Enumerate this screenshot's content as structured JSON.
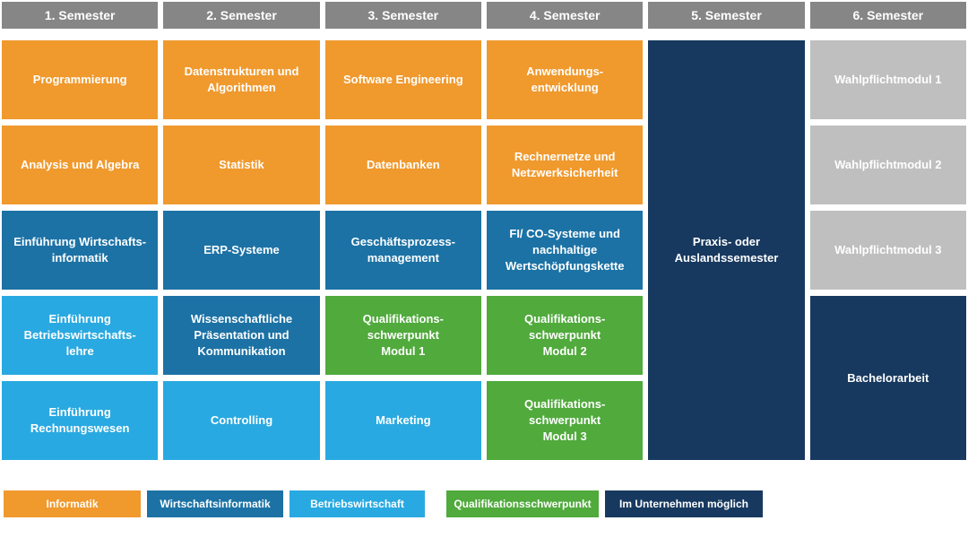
{
  "palette": {
    "informatik": "#F0992D",
    "wirtschaftsinformatik": "#1C72A5",
    "betriebswirtschaft": "#29A9E1",
    "qualifikationsschwerpunkt": "#50AA3C",
    "unternehmen": "#17395F",
    "header_gray": "#868686",
    "wahlpflicht_gray": "#BFBFBF"
  },
  "headers": [
    "1. Semester",
    "2. Semester",
    "3. Semester",
    "4. Semester",
    "5. Semester",
    "6. Semester"
  ],
  "columns": [
    {
      "semester": "1. Semester",
      "modules": [
        {
          "label": "Programmierung",
          "category": "Informatik"
        },
        {
          "label": "Analysis und Algebra",
          "category": "Informatik"
        },
        {
          "label": "Einführung Wirtschafts-\ninformatik",
          "category": "Wirtschaftsinformatik"
        },
        {
          "label": "Einführung\nBetriebswirtschafts-\nlehre",
          "category": "Betriebswirtschaft"
        },
        {
          "label": "Einführung\nRechnungswesen",
          "category": "Betriebswirtschaft"
        }
      ]
    },
    {
      "semester": "2. Semester",
      "modules": [
        {
          "label": "Datenstrukturen und\nAlgorithmen",
          "category": "Informatik"
        },
        {
          "label": "Statistik",
          "category": "Informatik"
        },
        {
          "label": "ERP-Systeme",
          "category": "Wirtschaftsinformatik"
        },
        {
          "label": "Wissenschaftliche\nPräsentation und\nKommunikation",
          "category": "Wirtschaftsinformatik"
        },
        {
          "label": "Controlling",
          "category": "Betriebswirtschaft"
        }
      ]
    },
    {
      "semester": "3. Semester",
      "modules": [
        {
          "label": "Software Engineering",
          "category": "Informatik"
        },
        {
          "label": "Datenbanken",
          "category": "Informatik"
        },
        {
          "label": "Geschäftsprozess-\nmanagement",
          "category": "Wirtschaftsinformatik"
        },
        {
          "label": "Qualifikations-\nschwerpunkt\nModul 1",
          "category": "Qualifikationsschwerpunkt"
        },
        {
          "label": "Marketing",
          "category": "Betriebswirtschaft"
        }
      ]
    },
    {
      "semester": "4. Semester",
      "modules": [
        {
          "label": "Anwendungs-\nentwicklung",
          "category": "Informatik"
        },
        {
          "label": "Rechnernetze und\nNetzwerksicherheit",
          "category": "Informatik"
        },
        {
          "label": "FI/ CO-Systeme und\nnachhaltige\nWertschöpfungskette",
          "category": "Wirtschaftsinformatik"
        },
        {
          "label": "Qualifikations-\nschwerpunkt\nModul 2",
          "category": "Qualifikationsschwerpunkt"
        },
        {
          "label": "Qualifikations-\nschwerpunkt\nModul 3",
          "category": "Qualifikationsschwerpunkt"
        }
      ]
    },
    {
      "semester": "5. Semester",
      "modules": [
        {
          "label": "Praxis- oder\nAuslandssemester",
          "category": "Im Unternehmen möglich"
        }
      ]
    },
    {
      "semester": "6. Semester",
      "modules": [
        {
          "label": "Wahlpflichtmodul 1",
          "category": "Wahlpflichtmodul"
        },
        {
          "label": "Wahlpflichtmodul 2",
          "category": "Wahlpflichtmodul"
        },
        {
          "label": "Wahlpflichtmodul 3",
          "category": "Wahlpflichtmodul"
        },
        {
          "label": "Bachelorarbeit",
          "category": "Im Unternehmen möglich"
        }
      ]
    }
  ],
  "legend": [
    {
      "label": "Informatik",
      "category": "informatik"
    },
    {
      "label": "Wirtschaftsinformatik",
      "category": "wirtschaftsinformatik"
    },
    {
      "label": "Betriebswirtschaft",
      "category": "betriebswirtschaft"
    },
    {
      "label": "Qualifikationsschwerpunkt",
      "category": "qualifikationsschwerpunkt"
    },
    {
      "label": "Im Unternehmen möglich",
      "category": "unternehmen"
    }
  ]
}
